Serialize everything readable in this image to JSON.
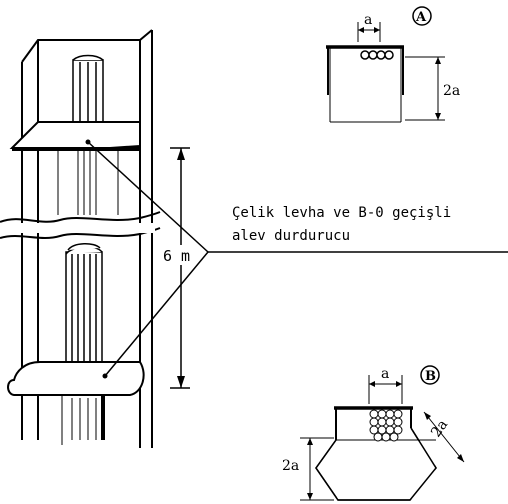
{
  "callout": {
    "line1": "Çelik levha ve B-0 geçişli",
    "line2": "alev durdurucu"
  },
  "dimensions": {
    "height": "6 m",
    "a_top": "a",
    "two_a_top": "2a",
    "a_bottom": "a",
    "two_a_bottom_side": "2a",
    "two_a_bottom_slant": "2a"
  },
  "details": {
    "A": "A",
    "B": "B"
  }
}
